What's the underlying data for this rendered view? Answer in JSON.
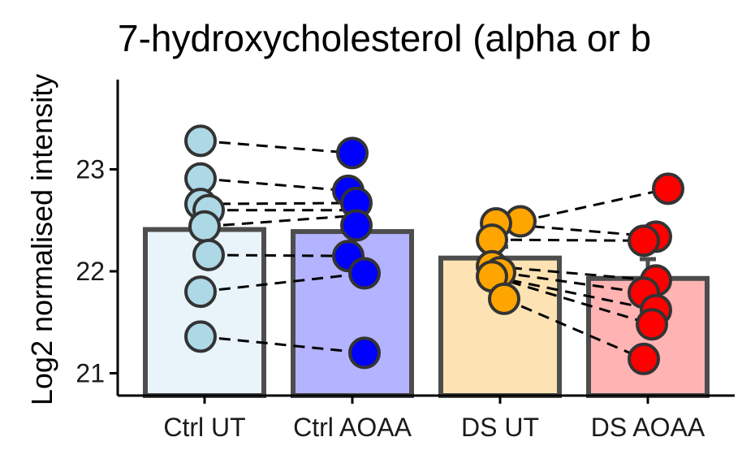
{
  "chart_data": {
    "type": "bar",
    "title": "7-hydroxycholesterol (alpha or b",
    "xlabel": "",
    "ylabel": "Log2 normalised intensity",
    "categories": [
      "Ctrl UT",
      "Ctrl AOAA",
      "DS UT",
      "DS AOAA"
    ],
    "yticks": [
      21,
      22,
      23
    ],
    "ylim": [
      20.8,
      23.9
    ],
    "grid": false,
    "legend": "none",
    "bars": [
      {
        "category": "Ctrl UT",
        "mean": 22.41,
        "fill": "#e8f3fa",
        "point_color": "#add8e6"
      },
      {
        "category": "Ctrl AOAA",
        "mean": 22.39,
        "fill": "#b3b3ff",
        "point_color": "#0000ff"
      },
      {
        "category": "DS UT",
        "mean": 22.13,
        "fill": "#fde3b3",
        "point_color": "#ffa500"
      },
      {
        "category": "DS AOAA",
        "mean": 21.93,
        "fill": "#ffb3b3",
        "point_color": "#ff0000"
      }
    ],
    "error_bars": [
      {
        "category": "Ctrl UT",
        "low": 22.41,
        "high": 22.41
      },
      {
        "category": "Ctrl AOAA",
        "low": 22.39,
        "high": 22.6
      },
      {
        "category": "DS UT",
        "low": 22.13,
        "high": 22.24
      },
      {
        "category": "DS AOAA",
        "low": 21.93,
        "high": 22.12
      }
    ],
    "points": [
      {
        "category": "Ctrl UT",
        "values": [
          23.28,
          22.91,
          22.66,
          22.6,
          22.44,
          22.16,
          21.8,
          21.36
        ],
        "dx": [
          -0.05,
          -0.05,
          -0.05,
          0.05,
          0.0,
          0.05,
          -0.05,
          -0.05
        ]
      },
      {
        "category": "Ctrl AOAA",
        "values": [
          23.16,
          22.79,
          22.67,
          22.45,
          22.15,
          21.98,
          21.2
        ],
        "dx": [
          0.0,
          -0.05,
          0.05,
          0.05,
          -0.05,
          0.15,
          0.15
        ]
      },
      {
        "category": "DS UT",
        "values": [
          22.49,
          22.47,
          22.31,
          22.05,
          21.99,
          21.95,
          21.73
        ],
        "dx": [
          0.25,
          -0.05,
          -0.1,
          -0.1,
          0.0,
          -0.1,
          0.05
        ]
      },
      {
        "category": "DS AOAA",
        "values": [
          22.81,
          22.34,
          22.3,
          21.91,
          21.79,
          21.62,
          21.48,
          21.14
        ],
        "dx": [
          0.25,
          0.1,
          -0.05,
          0.1,
          -0.05,
          0.1,
          0.05,
          -0.05
        ]
      }
    ],
    "pairs": [
      {
        "from": [
          "Ctrl UT",
          23.28,
          -0.05
        ],
        "to": [
          "Ctrl AOAA",
          23.16,
          0.0
        ]
      },
      {
        "from": [
          "Ctrl UT",
          22.91,
          -0.05
        ],
        "to": [
          "Ctrl AOAA",
          22.79,
          -0.05
        ]
      },
      {
        "from": [
          "Ctrl UT",
          22.66,
          -0.05
        ],
        "to": [
          "Ctrl AOAA",
          22.67,
          0.05
        ]
      },
      {
        "from": [
          "Ctrl UT",
          22.6,
          0.05
        ],
        "to": [
          "Ctrl AOAA",
          22.6,
          0.15
        ]
      },
      {
        "from": [
          "Ctrl UT",
          22.44,
          0.0
        ],
        "to": [
          "Ctrl AOAA",
          22.55,
          0.1
        ]
      },
      {
        "from": [
          "Ctrl UT",
          22.16,
          0.05
        ],
        "to": [
          "Ctrl AOAA",
          22.15,
          -0.05
        ]
      },
      {
        "from": [
          "Ctrl UT",
          21.8,
          -0.05
        ],
        "to": [
          "Ctrl AOAA",
          21.98,
          0.15
        ]
      },
      {
        "from": [
          "Ctrl UT",
          21.36,
          -0.05
        ],
        "to": [
          "Ctrl AOAA",
          21.2,
          0.15
        ]
      },
      {
        "from": [
          "DS UT",
          22.49,
          0.25
        ],
        "to": [
          "DS AOAA",
          22.81,
          0.25
        ]
      },
      {
        "from": [
          "DS UT",
          22.47,
          -0.05
        ],
        "to": [
          "DS AOAA",
          22.34,
          0.1
        ]
      },
      {
        "from": [
          "DS UT",
          22.31,
          -0.1
        ],
        "to": [
          "DS AOAA",
          22.3,
          -0.05
        ]
      },
      {
        "from": [
          "DS UT",
          22.05,
          -0.1
        ],
        "to": [
          "DS AOAA",
          21.91,
          0.1
        ]
      },
      {
        "from": [
          "DS UT",
          21.99,
          0.0
        ],
        "to": [
          "DS AOAA",
          21.79,
          -0.05
        ]
      },
      {
        "from": [
          "DS UT",
          21.95,
          -0.1
        ],
        "to": [
          "DS AOAA",
          21.62,
          0.1
        ]
      },
      {
        "from": [
          "DS UT",
          21.95,
          -0.1
        ],
        "to": [
          "DS AOAA",
          21.48,
          0.05
        ]
      },
      {
        "from": [
          "DS UT",
          21.73,
          0.05
        ],
        "to": [
          "DS AOAA",
          21.14,
          -0.05
        ]
      }
    ],
    "colors": {
      "bar_outline": "#4d4d4d",
      "point_outline": "#333333",
      "axis": "#000000"
    }
  }
}
